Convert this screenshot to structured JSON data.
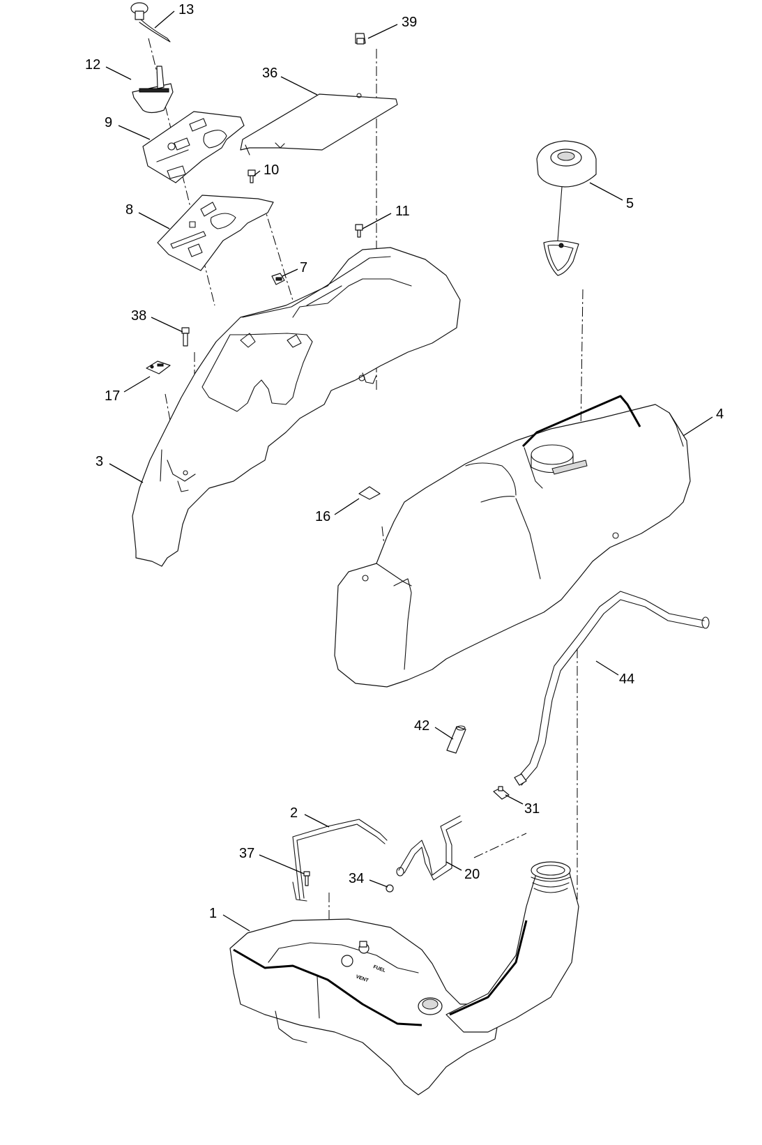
{
  "callouts": {
    "c1": "1",
    "c2": "2",
    "c3": "3",
    "c4": "4",
    "c5": "5",
    "c7": "7",
    "c8": "8",
    "c9": "9",
    "c10": "10",
    "c11": "11",
    "c12": "12",
    "c13": "13",
    "c16": "16",
    "c17": "17",
    "c20": "20",
    "c31": "31",
    "c34": "34",
    "c36": "36",
    "c37": "37",
    "c38": "38",
    "c39": "39",
    "c42": "42",
    "c44": "44"
  },
  "tank_labels": {
    "fuel": "FUEL",
    "vent": "VENT"
  }
}
